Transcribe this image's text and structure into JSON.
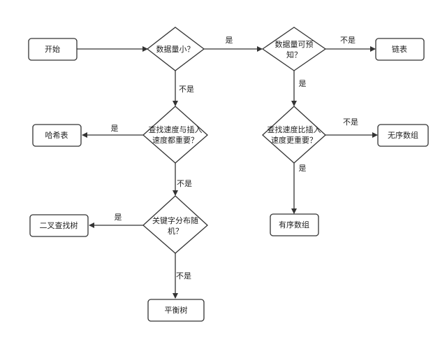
{
  "nodes": {
    "start": "开始",
    "d_small": "数据量小？",
    "d_predict_1": "数据量可预",
    "d_predict_2": "知？",
    "linked_list": "链表",
    "d_speed_1": "查找速度与插入",
    "d_speed_2": "速度都重要？",
    "hash_table": "哈希表",
    "d_speed2_1": "查找速度比插入",
    "d_speed2_2": "速度更重要？",
    "unordered_array": "无序数组",
    "d_key_1": "关键字分布随",
    "d_key_2": "机？",
    "ordered_array": "有序数组",
    "bst": "二叉查找树",
    "balanced_tree": "平衡树"
  },
  "edges": {
    "small_to_predict": "是",
    "predict_to_list": "不是",
    "small_to_speed": "不是",
    "predict_to_speed2": "是",
    "speed_to_hash": "是",
    "speed2_to_unordered": "不是",
    "speed_to_key": "不是",
    "speed2_to_ordered": "是",
    "key_to_bst": "是",
    "key_to_balanced": "不是"
  },
  "colors": {
    "stroke": "#333333",
    "fill": "#ffffff",
    "text": "#222222"
  }
}
